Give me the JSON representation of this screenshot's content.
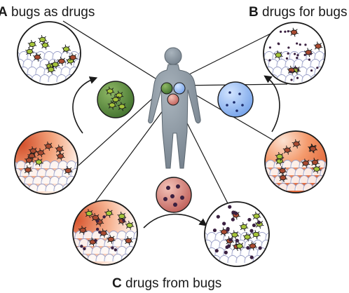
{
  "labels": {
    "a": {
      "letter": "A",
      "text": "bugs as drugs"
    },
    "b": {
      "letter": "B",
      "text": "drugs for bugs"
    },
    "c": {
      "letter": "C",
      "text": "drugs from bugs"
    }
  },
  "colors": {
    "outline": "#1a1a1a",
    "cell_fill": "#ffffff",
    "cell_stroke": "#9aa0c8",
    "inflamed": "#e07040",
    "bug_green": "#a5c43a",
    "bug_red": "#a84a30",
    "probiotic_disc": "#5a8a3c",
    "drug_disc": "#7aa7e8",
    "metabolite_disc": "#c96a6a",
    "dark_dot": "#3a2040",
    "body_fill": "#8d9aa5",
    "gut_green": "#6f9a3a",
    "gut_blue": "#6b95e0",
    "gut_red": "#d06565"
  },
  "icons": {
    "human": "human-body-figure",
    "intestine": "intestinal-tissue-circle",
    "bacteria": "bacteria-icon",
    "pill": "drug-particle-icon",
    "arrow": "curved-arrow-icon"
  }
}
